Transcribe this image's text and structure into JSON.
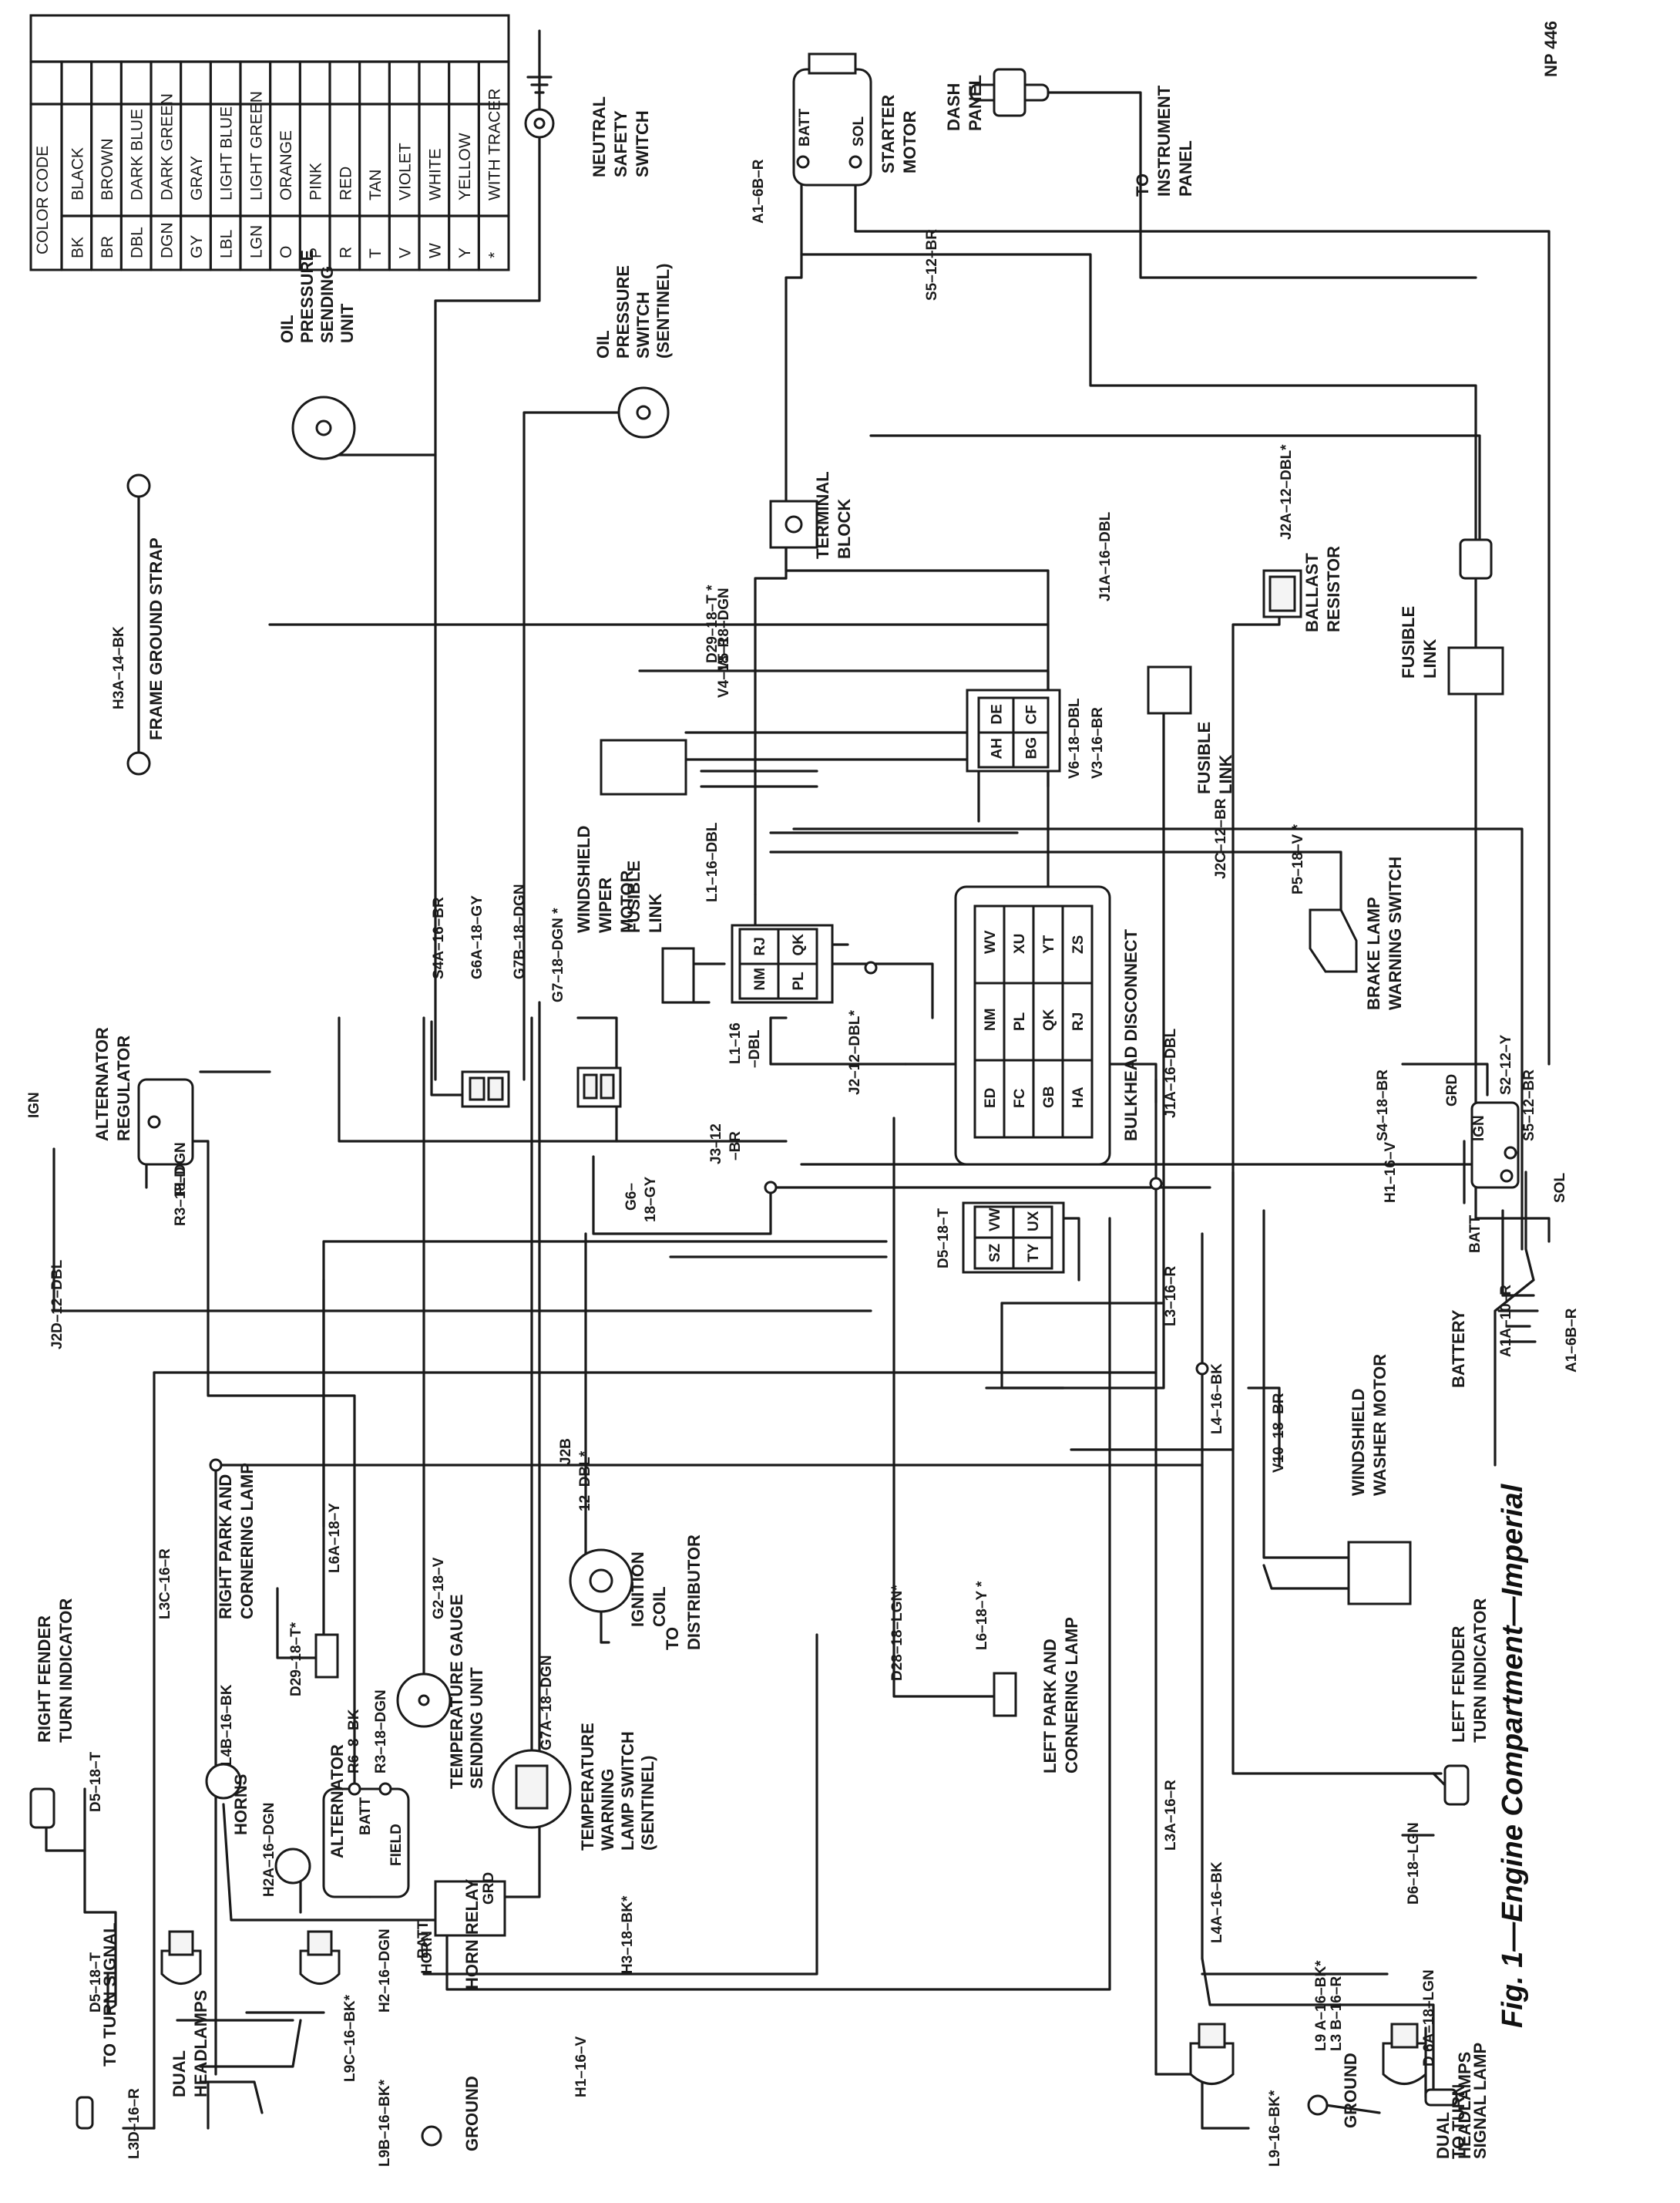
{
  "figure_id": "NP 446",
  "caption": "Fig. 1—Engine Compartment—Imperial",
  "color_code": {
    "title": "COLOR CODE",
    "rows": [
      {
        "code": "BK",
        "name": "BLACK"
      },
      {
        "code": "BR",
        "name": "BROWN"
      },
      {
        "code": "DBL",
        "name": "DARK BLUE"
      },
      {
        "code": "DGN",
        "name": "DARK GREEN"
      },
      {
        "code": "GY",
        "name": "GRAY"
      },
      {
        "code": "LBL",
        "name": "LIGHT BLUE"
      },
      {
        "code": "LGN",
        "name": "LIGHT GREEN"
      },
      {
        "code": "O",
        "name": "ORANGE"
      },
      {
        "code": "P",
        "name": "PINK"
      },
      {
        "code": "R",
        "name": "RED"
      },
      {
        "code": "T",
        "name": "TAN"
      },
      {
        "code": "V",
        "name": "VIOLET"
      },
      {
        "code": "W",
        "name": "WHITE"
      },
      {
        "code": "Y",
        "name": "YELLOW"
      },
      {
        "code": "*",
        "name": "WITH TRACER"
      }
    ]
  },
  "components": {
    "neutral_safety_switch": [
      "NEUTRAL",
      "SAFETY",
      "SWITCH"
    ],
    "starter_motor": [
      "STARTER",
      "MOTOR"
    ],
    "starter_batt": "BATT",
    "starter_sol": "SOL",
    "dash_panel": [
      "DASH",
      "PANEL"
    ],
    "to_instrument_panel": [
      "TO",
      "INSTRUMENT",
      "PANEL"
    ],
    "oil_pressure_sending_unit": [
      "OIL",
      "PRESSURE",
      "SENDING",
      "UNIT"
    ],
    "oil_pressure_switch": [
      "OIL",
      "PRESSURE",
      "SWITCH",
      "(SENTINEL)"
    ],
    "frame_ground_strap": "FRAME GROUND STRAP",
    "terminal_block": [
      "TERMINAL",
      "BLOCK"
    ],
    "ballast_resistor": [
      "BALLAST",
      "RESISTOR"
    ],
    "fusible_link_right": [
      "FUSIBLE",
      "LINK"
    ],
    "fusible_link_mid": [
      "FUSIBLE",
      "LINK"
    ],
    "fusible_link_left": [
      "FUSIBLE",
      "LINK"
    ],
    "windshield_wiper_motor": [
      "WINDSHIELD",
      "WIPER",
      "MOTOR"
    ],
    "bulkhead_disconnect": "BULKHEAD  DISCONNECT",
    "brake_lamp_warning_switch": [
      "BRAKE LAMP",
      "WARNING SWITCH"
    ],
    "alternator_regulator": [
      "ALTERNATOR",
      "REGULATOR"
    ],
    "regulator_ign": "IGN",
    "regulator_fld": "FLD",
    "ignition_switch_labels": {
      "grd": "GRD",
      "ign": "IGN",
      "batt": "BATT",
      "sol": "SOL"
    },
    "battery": "BATTERY",
    "windshield_washer_motor": [
      "WINDSHIELD",
      "WASHER MOTOR"
    ],
    "ignition_coil": [
      "IGNITION",
      "COIL"
    ],
    "to_distributor": [
      "TO",
      "DISTRIBUTOR"
    ],
    "temperature_warning_lamp_switch": [
      "TEMPERATURE",
      "WARNING",
      "LAMP SWITCH",
      "(SENTINEL)"
    ],
    "temperature_gauge_sending_unit": [
      "TEMPERATURE GAUGE",
      "SENDING UNIT"
    ],
    "right_park_cornering_lamp": [
      "RIGHT PARK AND",
      "CORNERING LAMP"
    ],
    "left_park_cornering_lamp": [
      "LEFT PARK AND",
      "CORNERING LAMP"
    ],
    "right_fender_turn_indicator": [
      "RIGHT FENDER",
      "TURN INDICATOR"
    ],
    "left_fender_turn_indicator": [
      "LEFT FENDER",
      "TURN INDICATOR"
    ],
    "to_turn_signal": "TO TURN SIGNAL",
    "to_turn_signal_lamp": [
      "TO TURN",
      "SIGNAL LAMP"
    ],
    "alternator": "ALTERNATOR",
    "alt_batt": "BATT",
    "alt_field": "FIELD",
    "horns": "HORNS",
    "horn_relay": "HORN RELAY",
    "relay_batt": "BATT.",
    "relay_grd": "GRD",
    "relay_horn": "HORN",
    "dual_headlamps_right": [
      "DUAL",
      "HEADLAMPS"
    ],
    "dual_headlamps_left": [
      "DUAL",
      "HEADLAMPS"
    ],
    "ground_right": "GROUND",
    "ground_left": "GROUND",
    "bulkhead_cells": [
      [
        "WV",
        "NM",
        "ED"
      ],
      [
        "XU",
        "PL",
        "FC"
      ],
      [
        "YT",
        "QK",
        "GB"
      ],
      [
        "ZS",
        "RJ",
        "HA"
      ]
    ],
    "top_connector_cells": [
      [
        "DE",
        "AH"
      ],
      [
        "CF",
        "BG"
      ]
    ],
    "mid_connector_cells": [
      [
        "RJ",
        "NM"
      ],
      [
        "QK",
        "PL"
      ]
    ],
    "lower_connector_cells": [
      [
        "VW",
        "SZ"
      ],
      [
        "UX",
        "TY"
      ]
    ]
  },
  "wires": {
    "a1_6b_r_top": "A1–6B–R",
    "s5_12_br_top": "S5–12–BR",
    "h3a_14_bk": "H3A–14–BK",
    "d29_18_t_top": "D29–18–T *",
    "j1a_16_dbl_top": "J1A–16–DBL",
    "j2a_12_dbl": "J2A–12–DBL*",
    "v5_18_dgn": "V5–18–DGN",
    "v4_18_r": "V4–18–R",
    "v6_18_dbl": "V6–18–DBL",
    "v3_16_br": "V3–16–BR",
    "j2c_12_br": "J2C–12–BR",
    "l1_16_dbl": "L1–16–DBL",
    "s4a_16_br": "S4A–16–BR",
    "g6a_18_gy": "G6A–18–GY",
    "g7b_18_dgn": "G7B–18–DGN",
    "g7_18_dgn": "G7–18–DGN *",
    "p5_18_v": "P5–18–V *",
    "j1a_16_dbl_mid": "J1A–16–DBL",
    "l1_16_dbl_lower": "L1–16",
    "l1_16_dbl_lower2": "–DBL",
    "j2_12_dbl": "J2–12–DBL*",
    "s2_12_y": "S2–12–Y",
    "s5_12_br": "S5–12–BR",
    "s4_18_br": "S4–18–BR",
    "h1_16_v_top": "H1–16–V",
    "a1a_10_r": "A1A–10–R",
    "a1_6b_r": "A1–6B–R",
    "j2d_12_dbl": "J2D–12–DBL",
    "r3_18_dgn_top": "R3–18–DGN",
    "g6_18_gy": "G6–",
    "g6_18_gy2": "18–GY",
    "j3_12_br": "J3–12",
    "j3_12_br2": "–BR",
    "d5_18_t_mid": "D5–18–T",
    "l3_16_r": "L3–16–R",
    "l4_16_bk": "L4–16–BK",
    "v10_18_br": "V10–18–BR",
    "j2b_12_dbl": "J2B",
    "j2b_12_dbl2": "12–DBL*",
    "d28_18_lgn": "D28–18–LGN*",
    "l6_18_y": "L6–18–Y *",
    "d6_18_lgn": "D6–18–LGN",
    "d6a_18_lgn": "D 6A–18–LGN",
    "l3a_16_r": "L3A–16–R",
    "l4a_16_bk": "L4A–16–BK",
    "l9a_16_bk": "L9 A–16–BK*",
    "l3b_16_r": "L3 B–16–R",
    "l9_16_bk": "L9–16–BK*",
    "d5_18_t_right": "D5–18–T",
    "l3c_16_r": "L3C–16–R",
    "l4b_16_bk": "L4B–16–BK",
    "d29_18_t_low": "D29–18–T*",
    "l6a_18_y": "L6A–18–Y",
    "r6_8_bk": "R6–8–BK",
    "r3_18_dgn": "R3–18–DGN",
    "g2_18_v": "G2–18–V",
    "g7a_18_dgn": "G7A–18–DGN",
    "d5_18_t_left": "D5–18–T",
    "h2a_16_dgn": "H2A–16–DGN",
    "h2_16_dgn": "H2–16–DGN",
    "h3_18_bk": "H3–18–BK*",
    "h1_16_v": "H1–16–V",
    "l9c_16_bk": "L9C–16–BK*",
    "l9b_16_bk": "L9B–16–BK*",
    "l3d_16_r": "L3D–16–R"
  }
}
